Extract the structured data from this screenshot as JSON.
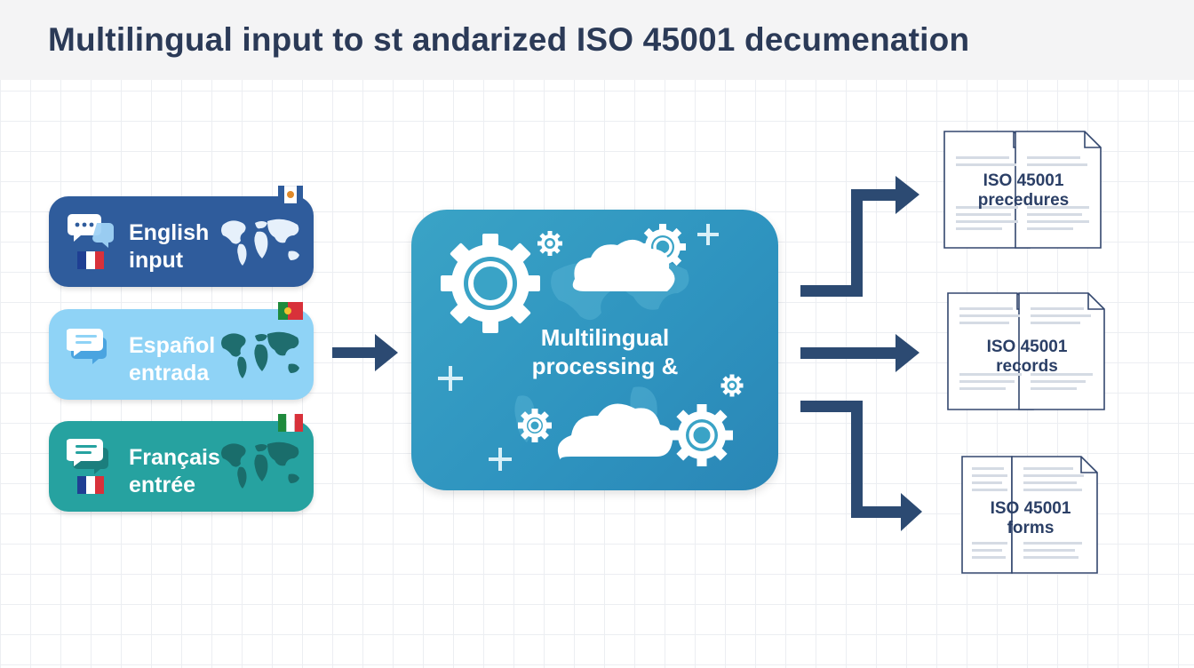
{
  "title": "Multilingual input to st andarized ISO 45001 decumenation",
  "inputs": [
    {
      "line1": "English",
      "line2": "input"
    },
    {
      "line1": "Español",
      "line2": "entrada"
    },
    {
      "line1": "Français",
      "line2": "entrée"
    }
  ],
  "hub": {
    "line1": "Multilingual",
    "line2": "processing &"
  },
  "outputs": [
    {
      "line1": "ISO 45001",
      "line2": "precedures"
    },
    {
      "line1": "ISO 45001",
      "line2": "records"
    },
    {
      "line1": "ISO 45001",
      "line2": "forms"
    }
  ],
  "colors": {
    "title": "#2b3a57",
    "card_english": "#2f5c9c",
    "card_espanol": "#8fd3f6",
    "card_francais": "#26a2a0",
    "hub": "#3aa3c6",
    "arrow": "#2c4a72",
    "doc_text": "#2b3f66"
  },
  "icons": [
    "chat-bubble-icon",
    "world-map-icon",
    "flag-icon",
    "gear-icon",
    "cloud-icon",
    "plus-icon",
    "arrow-icon",
    "document-icon"
  ]
}
